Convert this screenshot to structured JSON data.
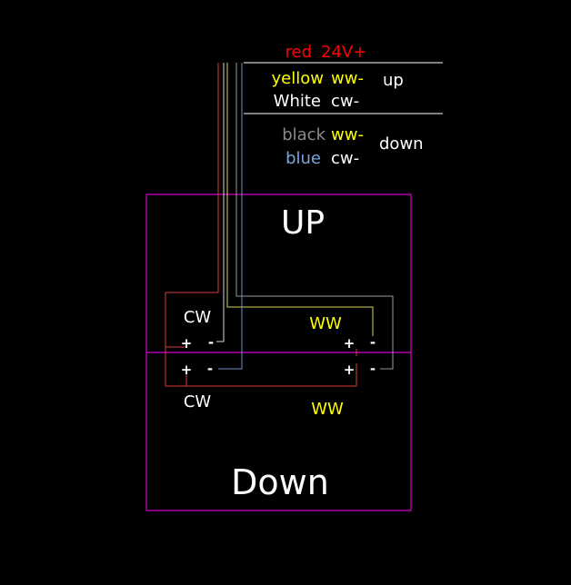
{
  "legend": {
    "row_red": {
      "color_word": "red",
      "signal": "24V+"
    },
    "row_yellow": {
      "color_word": "yellow",
      "signal": "ww-"
    },
    "row_white": {
      "color_word": "White",
      "signal": "cw-"
    },
    "group_up_label": "up",
    "row_black": {
      "color_word": "black",
      "signal": "ww-"
    },
    "row_blue": {
      "color_word": "blue",
      "signal": "cw-"
    },
    "group_down_label": "down"
  },
  "panels": {
    "up_title": "UP",
    "down_title": "Down"
  },
  "terminals": {
    "cw_top_label": "CW",
    "ww_top_label": "WW",
    "cw_bottom_label": "CW",
    "ww_bottom_label": "WW",
    "plus": "+",
    "minus": "-"
  },
  "colors": {
    "background": "#000000",
    "red": "#ff0000",
    "yellow": "#ffff00",
    "white": "#ffffff",
    "gray": "#8a8a8a",
    "blue": "#7aa5dc",
    "magenta": "#ff00ff",
    "wire_red": "#d83a3a",
    "wire_yellow": "#d8d35a",
    "wire_white": "#d8d8d8",
    "wire_gray": "#9a9a9a",
    "wire_blue": "#6b8fc7"
  }
}
